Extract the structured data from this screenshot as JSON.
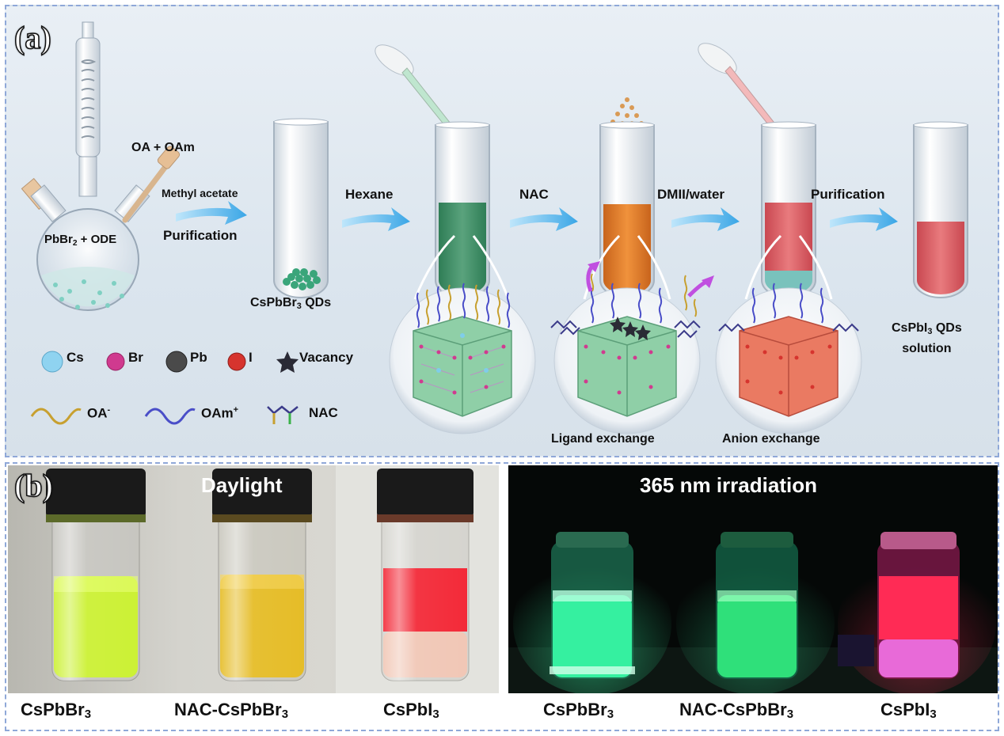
{
  "panel_a": {
    "label": "(a)",
    "flask": {
      "reagents_top": "OA + OAm",
      "reagents_bottom_prefix": "PbBr",
      "reagents_bottom_sub": "2",
      "reagents_bottom_suffix": " + ODE"
    },
    "step1": {
      "top": "Methyl acetate",
      "bottom": "Purification"
    },
    "tube1_caption_prefix": "CsPbBr",
    "tube1_caption_sub": "3",
    "tube1_caption_suffix": " QDs",
    "step2": "Hexane",
    "step3": "NAC",
    "step4": "DMII/water",
    "step5": "Purification",
    "final_caption_line1_prefix": "CsPbI",
    "final_caption_line1_sub": "3",
    "final_caption_line1_suffix": " QDs",
    "final_caption_line2": "solution",
    "ligand_exchange": "Ligand exchange",
    "anion_exchange": "Anion exchange",
    "legend": {
      "atoms": [
        {
          "label": "Cs",
          "color": "#8fd3f0"
        },
        {
          "label": "Br",
          "color": "#d03a8f"
        },
        {
          "label": "Pb",
          "color": "#4a4a4a"
        },
        {
          "label": "I",
          "color": "#d6342e"
        },
        {
          "label": "Vacancy",
          "color": "#2a2a35"
        }
      ],
      "ligands": [
        {
          "label_prefix": "OA",
          "label_sup": "-",
          "color": "#c7a030"
        },
        {
          "label_prefix": "OAm",
          "label_sup": "+",
          "color": "#4a4ec8"
        },
        {
          "label_prefix": "NAC",
          "label_sup": "",
          "color": "#3b3b8a"
        }
      ]
    },
    "colors": {
      "green": "#3e8f66",
      "orange": "#e37b2a",
      "red": "#d9585c",
      "arrow": "#5ab4ea",
      "purple_arrow": "#c04fe0"
    }
  },
  "panel_b": {
    "label": "(b)",
    "daylight_title": "Daylight",
    "uv_title": "365 nm irradiation",
    "daylight_vials": [
      {
        "name_prefix": "CsPbBr",
        "name_sub": "3",
        "liquid": "#c9f02a"
      },
      {
        "name_prefix": "NAC-CsPbBr",
        "name_sub": "3",
        "liquid": "#e4b91c"
      },
      {
        "name_prefix": "CsPbI",
        "name_sub": "3",
        "liquid": "#f21f2e"
      }
    ],
    "uv_vials": [
      {
        "name_prefix": "CsPbBr",
        "name_sub": "3",
        "glow": "#35f0a0"
      },
      {
        "name_prefix": "NAC-CsPbBr",
        "name_sub": "3",
        "glow": "#2fe07a"
      },
      {
        "name_prefix": "CsPbI",
        "name_sub": "3",
        "glow": "#ff2b55"
      }
    ]
  }
}
